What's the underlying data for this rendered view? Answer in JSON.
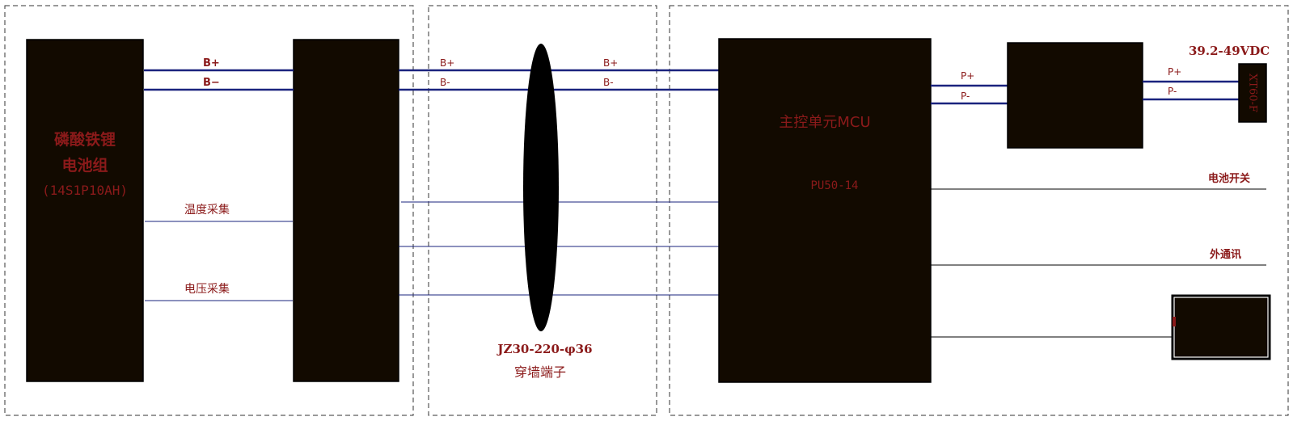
{
  "battery": {
    "line1": "磷酸铁锂",
    "line2": "电池组",
    "line3": "(14S1P10AH)"
  },
  "bus_labels": {
    "left_pos": "B+",
    "left_neg": "B−",
    "mid_pos_left": "B+",
    "mid_neg_left": "B-",
    "mid_pos_right": "B+",
    "mid_neg_right": "B-"
  },
  "signals": {
    "temperature": "温度采集",
    "voltage": "电压采集"
  },
  "feedthrough": {
    "model": "JZ30-220-φ36",
    "name": "穿墙端子"
  },
  "mcu": {
    "title": "主控单元MCU",
    "model": "PU50-14"
  },
  "output": {
    "p_pos_left": "P+",
    "p_neg_left": "P-",
    "p_pos_right": "P+",
    "p_neg_right": "P-",
    "voltage_range": "39.2-49VDC",
    "connector": "XT60-F"
  },
  "right_labels": {
    "battery_switch": "电池开关",
    "external_comm": "外通讯"
  },
  "colors": {
    "label": "#8b1a1a",
    "bus": "#1a237e",
    "block": "#120a00"
  }
}
